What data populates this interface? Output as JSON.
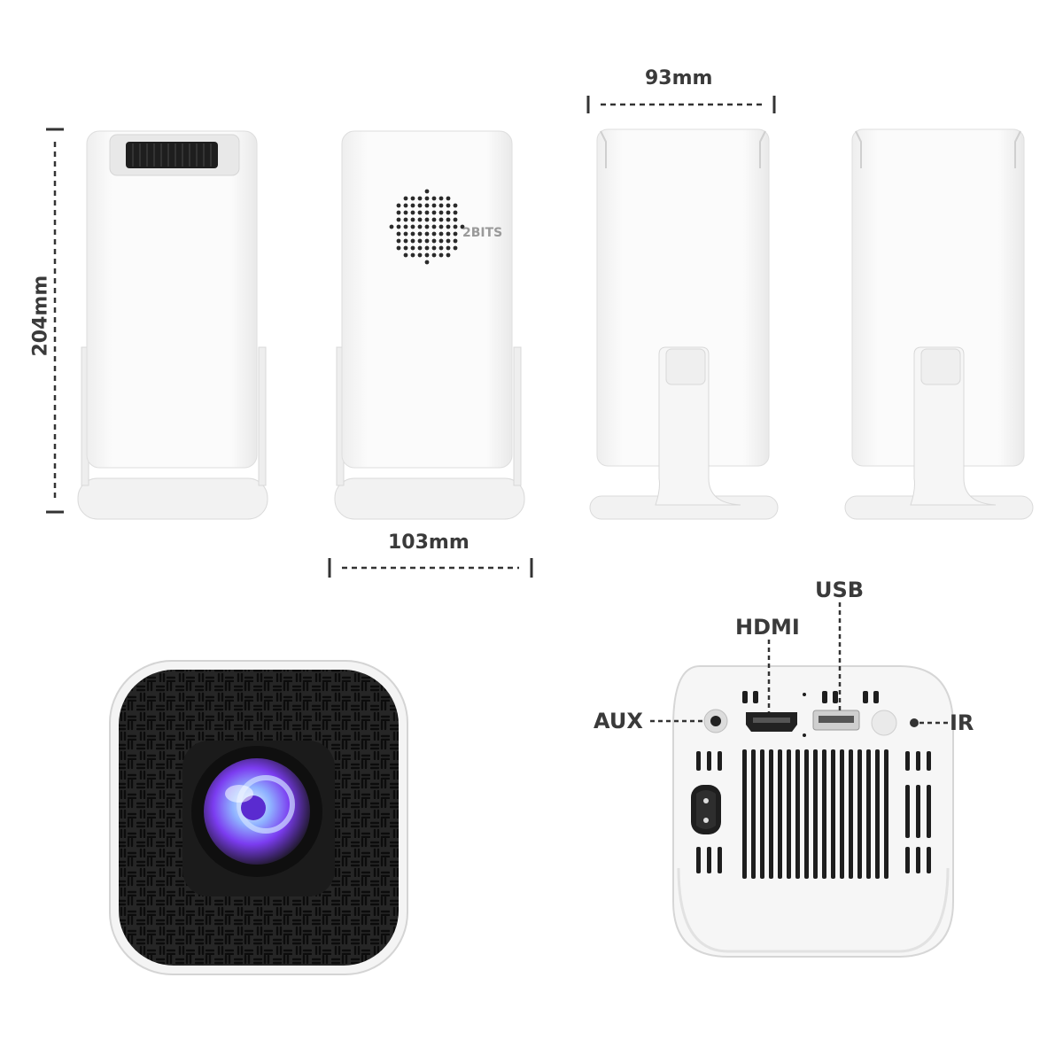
{
  "dimensions": {
    "height": "204mm",
    "width_front": "103mm",
    "width_side": "93mm"
  },
  "ports": {
    "usb": "USB",
    "hdmi": "HDMI",
    "aux": "AUX",
    "ir": "IR"
  },
  "watermark": "2BITS",
  "colors": {
    "body": "#f7f7f7",
    "outline": "#dcdcdc",
    "grille": "#262626",
    "lens_accent": "#8a5cff",
    "text": "#3a3a3a"
  }
}
